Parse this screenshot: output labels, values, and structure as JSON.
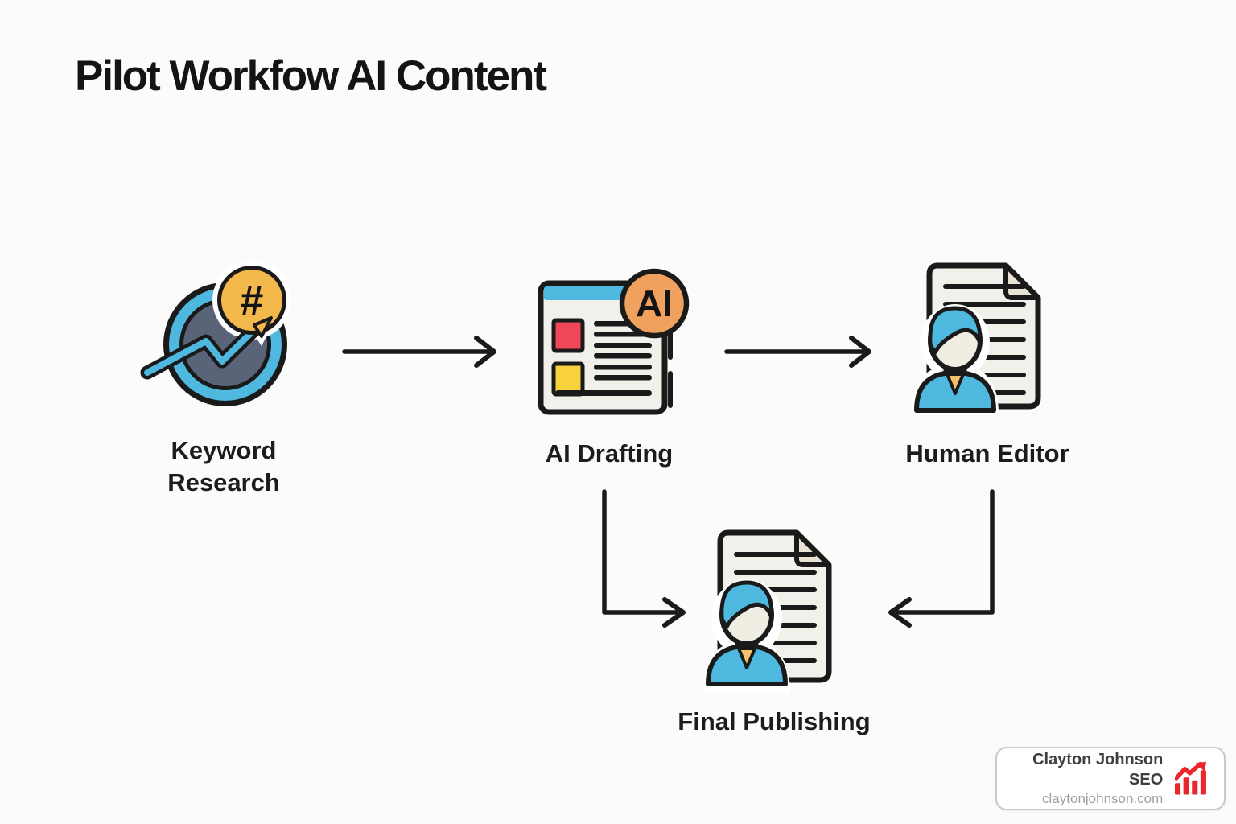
{
  "title": "Pilot Workfow AI Content",
  "nodes": [
    {
      "id": "keyword-research",
      "label": "Keyword Research",
      "badge_symbol": "#"
    },
    {
      "id": "ai-drafting",
      "label": "AI Drafting",
      "badge_text": "AI"
    },
    {
      "id": "human-editor",
      "label": "Human Editor"
    },
    {
      "id": "final-publishing",
      "label": "Final Publishing"
    }
  ],
  "flow": [
    "Keyword Research -> AI Drafting",
    "AI Drafting -> Human Editor",
    "AI Drafting -> Final Publishing",
    "Human Editor -> Final Publishing"
  ],
  "icons": {
    "keyword_research": "trend-hashtag-icon",
    "ai_drafting": "ai-browser-document-icon",
    "human_editor": "person-document-icon",
    "final_publishing": "person-document-icon",
    "brand": "growth-chart-icon"
  },
  "brand_badge": {
    "name": "Clayton Johnson SEO",
    "url": "claytonjohnson.com"
  },
  "colors": {
    "background": "#FBFBFA",
    "ink": "#1A1A1A",
    "cyan": "#4FB8DE",
    "slate": "#5A6478",
    "gold": "#F2B84B",
    "orange": "#F0A15D",
    "red": "#EF4756",
    "bright-yellow": "#F8D13F",
    "paper": "#F1F0EA",
    "fold": "#E8E3D2",
    "skin": "#F0EDE2",
    "collar": "#F5C26B",
    "badge-border": "#C9C9C9",
    "badge-name": "#3C4043",
    "badge-url": "#9AA0A6",
    "chart-red": "#E8262B"
  }
}
